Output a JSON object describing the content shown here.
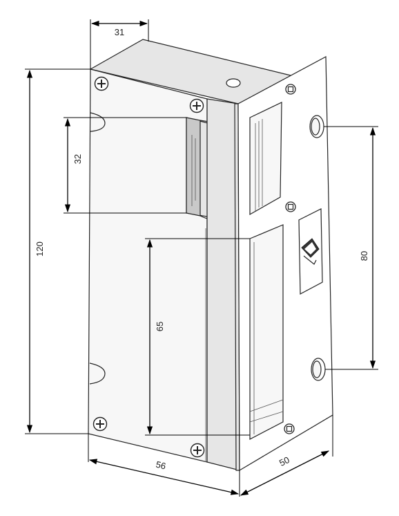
{
  "dimensions": {
    "top_depth": "31",
    "overall_height": "120",
    "strike_height": "32",
    "lower_opening": "65",
    "screw_spacing": "80",
    "width": "56",
    "faceplate_depth": "50"
  },
  "colors": {
    "line": "#000000",
    "background": "#ffffff",
    "shade_light": "#f7f7f7",
    "shade_mid": "#e6e6e6",
    "shade_dark": "#c9c9c9"
  },
  "icons": [
    "screw-icon",
    "logo-icon"
  ]
}
